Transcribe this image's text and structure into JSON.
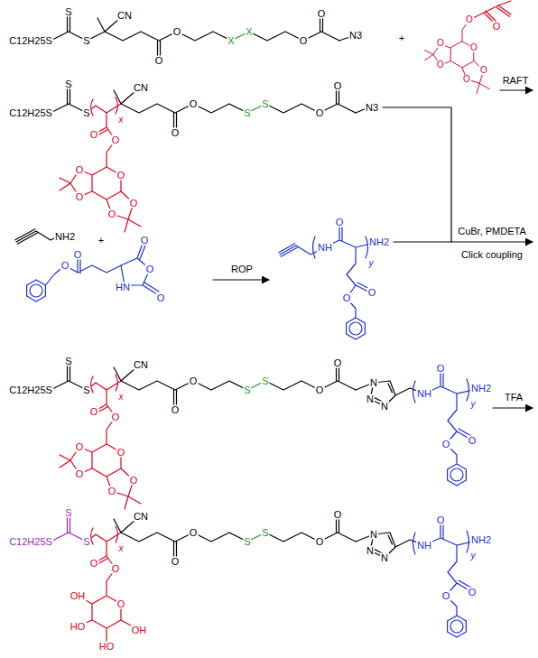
{
  "diagram": {
    "labels": [
      "C12H25S",
      "S",
      "S",
      "CN",
      "O",
      "O",
      "X",
      "X",
      "O",
      "O",
      "N3",
      "+",
      "O",
      "O",
      "O",
      "O",
      "O",
      "O",
      "O",
      "RAFT",
      "C12H25S",
      "S",
      "S",
      "x",
      "O",
      "O",
      "O",
      "O",
      "O",
      "O",
      "O",
      "CN",
      "O",
      "O",
      "S",
      "S",
      "O",
      "O",
      "N3",
      "NH2",
      "+",
      "O",
      "O",
      "O",
      "O",
      "O",
      "HN",
      "ROP",
      "NH",
      "O",
      "NH2",
      "y",
      "O",
      "O",
      "CuBr, PMDETA",
      "Click coupling",
      "C12H25S",
      "S",
      "S",
      "x",
      "O",
      "O",
      "O",
      "O",
      "O",
      "O",
      "O",
      "CN",
      "O",
      "O",
      "S",
      "S",
      "O",
      "O",
      "N",
      "N",
      "N",
      "NH",
      "O",
      "NH2",
      "y",
      "O",
      "O",
      "TFA",
      "C12H25S",
      "S",
      "S",
      "x",
      "O",
      "O",
      "OH",
      "HO",
      "O",
      "HO",
      "OH",
      "CN",
      "O",
      "O",
      "S",
      "S",
      "O",
      "O",
      "N",
      "N",
      "N",
      "NH",
      "O",
      "NH2",
      "y",
      "O",
      "O"
    ]
  }
}
